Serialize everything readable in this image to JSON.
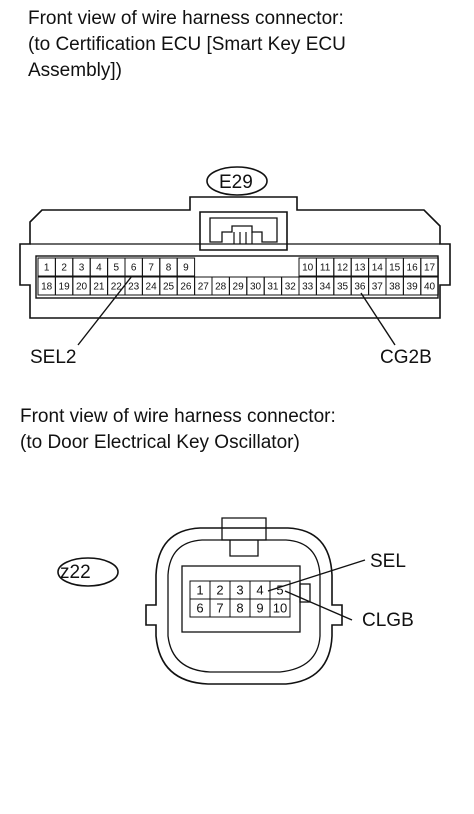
{
  "connector1": {
    "caption": "Front view of wire harness connector:\n(to Certification ECU [Smart Key ECU\nAssembly])",
    "code": "E29",
    "pins_top_left": [
      "1",
      "2",
      "3",
      "4",
      "5",
      "6",
      "7",
      "8",
      "9"
    ],
    "pins_top_right": [
      "10",
      "11",
      "12",
      "13",
      "14",
      "15",
      "16",
      "17"
    ],
    "pins_bottom": [
      "18",
      "19",
      "20",
      "21",
      "22",
      "23",
      "24",
      "25",
      "26",
      "27",
      "28",
      "29",
      "30",
      "31",
      "32",
      "33",
      "34",
      "35",
      "36",
      "37",
      "38",
      "39",
      "40"
    ],
    "label_left": "SEL2",
    "label_right": "CG2B"
  },
  "connector2": {
    "caption": "Front view of wire harness connector:\n(to Door Electrical Key Oscillator)",
    "code": "z22",
    "pins_top": [
      "1",
      "2",
      "3",
      "4",
      "5"
    ],
    "pins_bottom": [
      "6",
      "7",
      "8",
      "9",
      "10"
    ],
    "label_top": "SEL",
    "label_bottom": "CLGB"
  }
}
